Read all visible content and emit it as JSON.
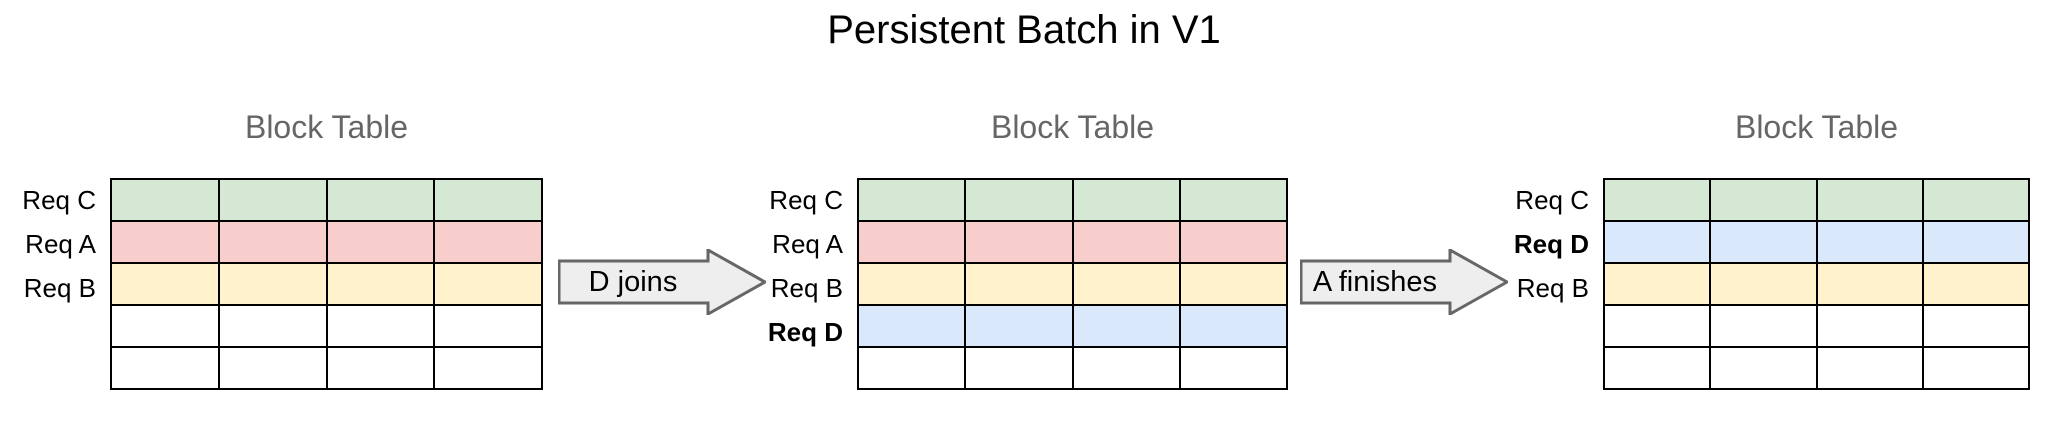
{
  "title": "Persistent Batch in V1",
  "colors": {
    "green": "#d5e8d4",
    "pink": "#f8cecc",
    "yellow": "#fff2cc",
    "blue": "#dae8fc",
    "empty": "#ffffff",
    "border": "#000000",
    "stage_title": "#666666",
    "arrow_fill": "#eeeeee",
    "arrow_stroke": "#666666"
  },
  "stages": [
    {
      "name": "stage-1",
      "table_title": "Block Table",
      "columns": 4,
      "rows": [
        {
          "label": "Req C",
          "bold": false,
          "color": "green",
          "empty": false
        },
        {
          "label": "Req A",
          "bold": false,
          "color": "pink",
          "empty": false
        },
        {
          "label": "Req B",
          "bold": false,
          "color": "yellow",
          "empty": false
        },
        {
          "label": "",
          "bold": false,
          "color": "empty",
          "empty": true
        },
        {
          "label": "",
          "bold": false,
          "color": "empty",
          "empty": true
        }
      ]
    },
    {
      "name": "stage-2",
      "table_title": "Block Table",
      "columns": 4,
      "rows": [
        {
          "label": "Req C",
          "bold": false,
          "color": "green",
          "empty": false
        },
        {
          "label": "Req A",
          "bold": false,
          "color": "pink",
          "empty": false
        },
        {
          "label": "Req B",
          "bold": false,
          "color": "yellow",
          "empty": false
        },
        {
          "label": "Req D",
          "bold": true,
          "color": "blue",
          "empty": false
        },
        {
          "label": "",
          "bold": false,
          "color": "empty",
          "empty": true
        }
      ]
    },
    {
      "name": "stage-3",
      "table_title": "Block Table",
      "columns": 4,
      "rows": [
        {
          "label": "Req C",
          "bold": false,
          "color": "green",
          "empty": false
        },
        {
          "label": "Req D",
          "bold": true,
          "color": "blue",
          "empty": false
        },
        {
          "label": "Req B",
          "bold": false,
          "color": "yellow",
          "empty": false
        },
        {
          "label": "",
          "bold": false,
          "color": "empty",
          "empty": true
        },
        {
          "label": "",
          "bold": false,
          "color": "empty",
          "empty": true
        }
      ]
    }
  ],
  "transitions": [
    {
      "name": "transition-d-joins",
      "label": "D joins"
    },
    {
      "name": "transition-a-finishes",
      "label": "A finishes"
    }
  ]
}
